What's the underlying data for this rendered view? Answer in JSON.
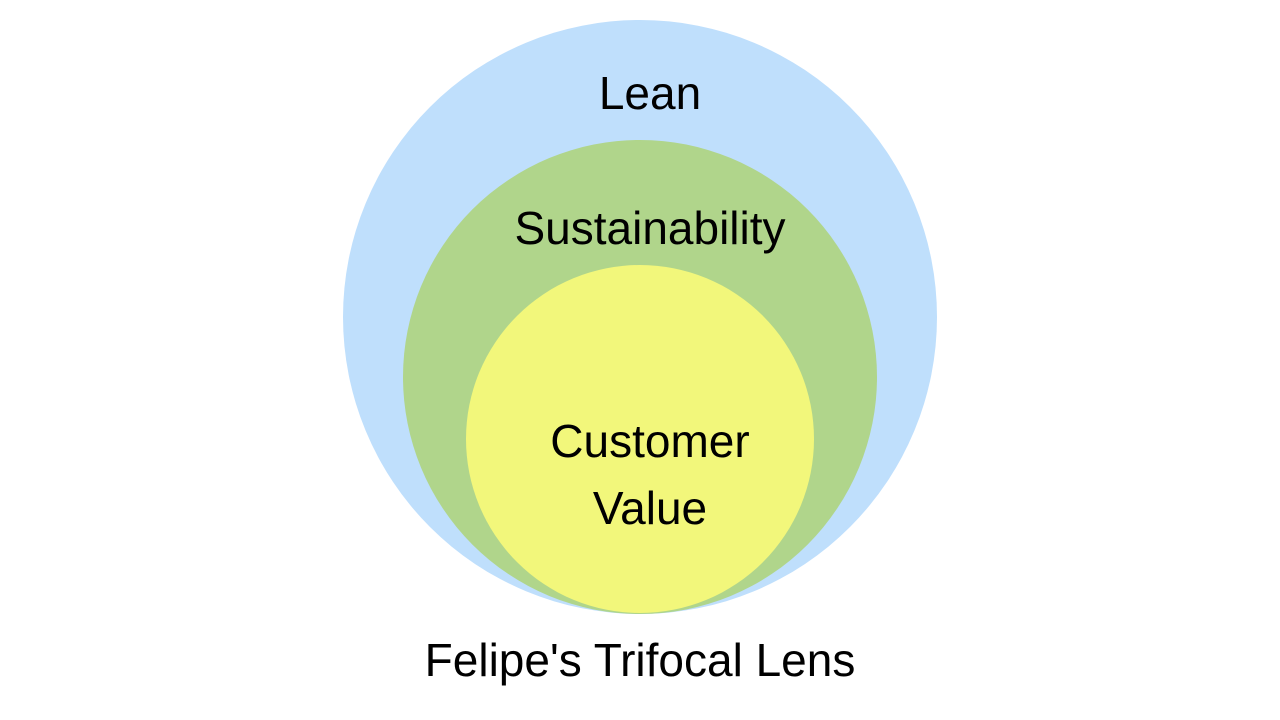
{
  "diagram": {
    "colors": {
      "outer": "#bfdffc",
      "middle": "#b0d58b",
      "inner": "#f2f77b"
    },
    "outer_label": "Lean",
    "middle_label": "Sustainability",
    "inner_label_line1": "Customer",
    "inner_label_line2": "Value",
    "caption": "Felipe's Trifocal Lens"
  }
}
